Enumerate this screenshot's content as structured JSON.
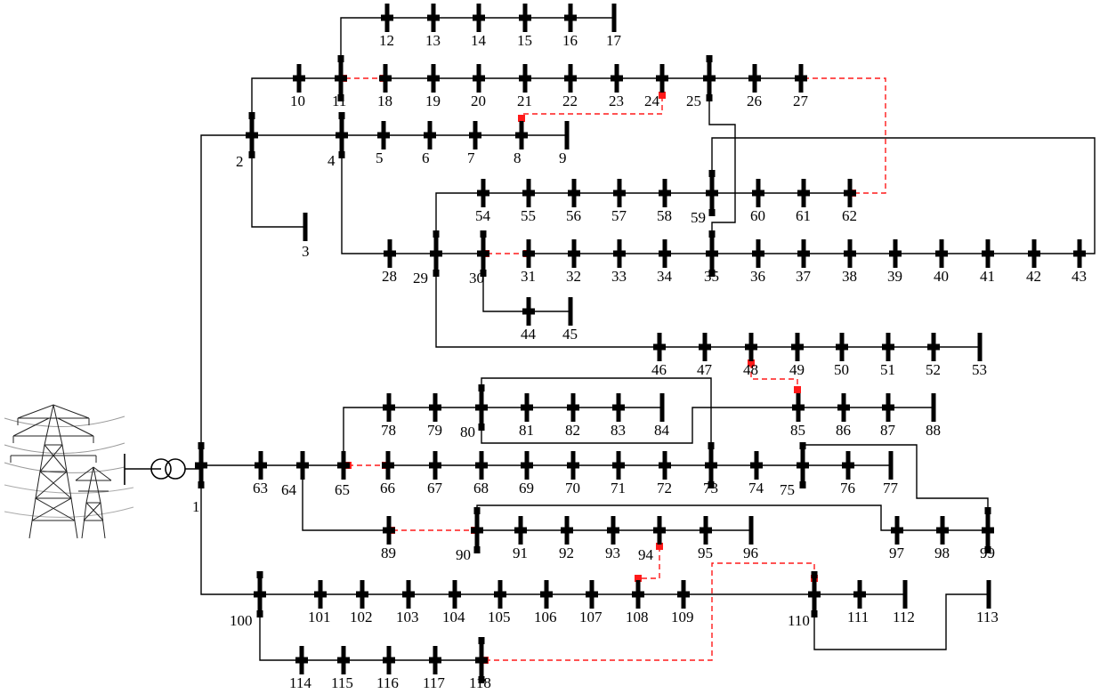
{
  "diagram": {
    "colors": {
      "line": "#000000",
      "tie_line": "#ff1a1a",
      "switch": "#ff1a1a",
      "bus": "#000000"
    },
    "icons": [
      "transmission-tower-icon",
      "transformer-icon"
    ],
    "buses": [
      "1",
      "2",
      "3",
      "4",
      "5",
      "6",
      "7",
      "8",
      "9",
      "10",
      "11",
      "12",
      "13",
      "14",
      "15",
      "16",
      "17",
      "18",
      "19",
      "20",
      "21",
      "22",
      "23",
      "24",
      "25",
      "26",
      "27",
      "28",
      "29",
      "30",
      "31",
      "32",
      "33",
      "34",
      "35",
      "36",
      "37",
      "38",
      "39",
      "40",
      "41",
      "42",
      "43",
      "44",
      "45",
      "46",
      "47",
      "48",
      "49",
      "50",
      "51",
      "52",
      "53",
      "54",
      "55",
      "56",
      "57",
      "58",
      "59",
      "60",
      "61",
      "62",
      "63",
      "64",
      "65",
      "66",
      "67",
      "68",
      "69",
      "70",
      "71",
      "72",
      "73",
      "74",
      "75",
      "76",
      "77",
      "78",
      "79",
      "80",
      "81",
      "82",
      "83",
      "84",
      "85",
      "86",
      "87",
      "88",
      "89",
      "90",
      "91",
      "92",
      "93",
      "94",
      "95",
      "96",
      "97",
      "98",
      "99",
      "100",
      "101",
      "102",
      "103",
      "104",
      "105",
      "106",
      "107",
      "108",
      "109",
      "110",
      "111",
      "112",
      "113",
      "114",
      "115",
      "116",
      "117",
      "118"
    ],
    "lines": [
      [
        "1",
        "2"
      ],
      [
        "2",
        "4"
      ],
      [
        "4",
        "5"
      ],
      [
        "5",
        "6"
      ],
      [
        "6",
        "7"
      ],
      [
        "7",
        "8"
      ],
      [
        "8",
        "9"
      ],
      [
        "2",
        "10"
      ],
      [
        "10",
        "11"
      ],
      [
        "11",
        "12"
      ],
      [
        "12",
        "13"
      ],
      [
        "13",
        "14"
      ],
      [
        "14",
        "15"
      ],
      [
        "15",
        "16"
      ],
      [
        "16",
        "17"
      ],
      [
        "18",
        "19"
      ],
      [
        "19",
        "20"
      ],
      [
        "20",
        "21"
      ],
      [
        "21",
        "22"
      ],
      [
        "22",
        "23"
      ],
      [
        "23",
        "24"
      ],
      [
        "24",
        "25"
      ],
      [
        "25",
        "26"
      ],
      [
        "26",
        "27"
      ],
      [
        "2",
        "3"
      ],
      [
        "4",
        "28"
      ],
      [
        "28",
        "29"
      ],
      [
        "29",
        "30"
      ],
      [
        "31",
        "32"
      ],
      [
        "32",
        "33"
      ],
      [
        "33",
        "34"
      ],
      [
        "34",
        "35"
      ],
      [
        "35",
        "36"
      ],
      [
        "36",
        "37"
      ],
      [
        "37",
        "38"
      ],
      [
        "38",
        "39"
      ],
      [
        "39",
        "40"
      ],
      [
        "40",
        "41"
      ],
      [
        "41",
        "42"
      ],
      [
        "42",
        "43"
      ],
      [
        "30",
        "44"
      ],
      [
        "44",
        "45"
      ],
      [
        "29",
        "54"
      ],
      [
        "54",
        "55"
      ],
      [
        "55",
        "56"
      ],
      [
        "56",
        "57"
      ],
      [
        "57",
        "58"
      ],
      [
        "58",
        "59"
      ],
      [
        "59",
        "60"
      ],
      [
        "60",
        "61"
      ],
      [
        "61",
        "62"
      ],
      [
        "29",
        "46"
      ],
      [
        "46",
        "47"
      ],
      [
        "47",
        "48"
      ],
      [
        "48",
        "49"
      ],
      [
        "49",
        "50"
      ],
      [
        "50",
        "51"
      ],
      [
        "51",
        "52"
      ],
      [
        "52",
        "53"
      ],
      [
        "25",
        "35"
      ],
      [
        "59",
        "43"
      ],
      [
        "1",
        "63"
      ],
      [
        "63",
        "64"
      ],
      [
        "64",
        "65"
      ],
      [
        "66",
        "67"
      ],
      [
        "67",
        "68"
      ],
      [
        "68",
        "69"
      ],
      [
        "69",
        "70"
      ],
      [
        "70",
        "71"
      ],
      [
        "71",
        "72"
      ],
      [
        "72",
        "73"
      ],
      [
        "73",
        "74"
      ],
      [
        "74",
        "75"
      ],
      [
        "75",
        "76"
      ],
      [
        "76",
        "77"
      ],
      [
        "65",
        "78"
      ],
      [
        "78",
        "79"
      ],
      [
        "79",
        "80"
      ],
      [
        "80",
        "81"
      ],
      [
        "81",
        "82"
      ],
      [
        "82",
        "83"
      ],
      [
        "83",
        "84"
      ],
      [
        "80",
        "73"
      ],
      [
        "80",
        "85"
      ],
      [
        "85",
        "86"
      ],
      [
        "86",
        "87"
      ],
      [
        "87",
        "88"
      ],
      [
        "64",
        "89"
      ],
      [
        "90",
        "91"
      ],
      [
        "91",
        "92"
      ],
      [
        "92",
        "93"
      ],
      [
        "93",
        "94"
      ],
      [
        "94",
        "95"
      ],
      [
        "95",
        "96"
      ],
      [
        "90",
        "97"
      ],
      [
        "97",
        "98"
      ],
      [
        "98",
        "99"
      ],
      [
        "75",
        "99"
      ],
      [
        "1",
        "100"
      ],
      [
        "100",
        "101"
      ],
      [
        "101",
        "102"
      ],
      [
        "102",
        "103"
      ],
      [
        "103",
        "104"
      ],
      [
        "104",
        "105"
      ],
      [
        "105",
        "106"
      ],
      [
        "106",
        "107"
      ],
      [
        "107",
        "108"
      ],
      [
        "108",
        "109"
      ],
      [
        "109",
        "110"
      ],
      [
        "110",
        "111"
      ],
      [
        "111",
        "112"
      ],
      [
        "110",
        "113"
      ],
      [
        "100",
        "114"
      ],
      [
        "114",
        "115"
      ],
      [
        "115",
        "116"
      ],
      [
        "116",
        "117"
      ],
      [
        "117",
        "118"
      ]
    ],
    "tie_switches": [
      [
        "11",
        "18"
      ],
      [
        "24",
        "8"
      ],
      [
        "27",
        "62"
      ],
      [
        "30",
        "31"
      ],
      [
        "48",
        "49"
      ],
      [
        "65",
        "66"
      ],
      [
        "89",
        "90"
      ],
      [
        "94",
        "108"
      ],
      [
        "110",
        "118"
      ]
    ]
  }
}
